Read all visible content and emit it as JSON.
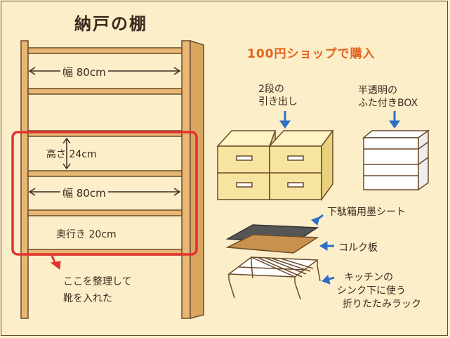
{
  "title": "納戸の棚",
  "shop_heading": "100円ショップで購入",
  "shelf": {
    "width_top": "幅 80cm",
    "height_label": "高さ 24cm",
    "width_mid": "幅 80cm",
    "depth_label": "奥行き 20cm",
    "note_line1": "ここを整理して",
    "note_line2": "靴を入れた"
  },
  "items": {
    "drawer_line1": "2段の",
    "drawer_line2": "引き出し",
    "box_line1": "半透明の",
    "box_line2": "ふた付きBOX",
    "sheet": "下駄箱用墨シート",
    "cork": "コルク板",
    "rack_line1": "キッチンの",
    "rack_line2": "シンク下に使う",
    "rack_line3": "折りたたみラック"
  },
  "colors": {
    "background": "#fbeec9",
    "wood": "#e8b774",
    "highlight": "#e3322f",
    "accent_text": "#e4641e",
    "arrow_blue": "#2a6ec6"
  }
}
